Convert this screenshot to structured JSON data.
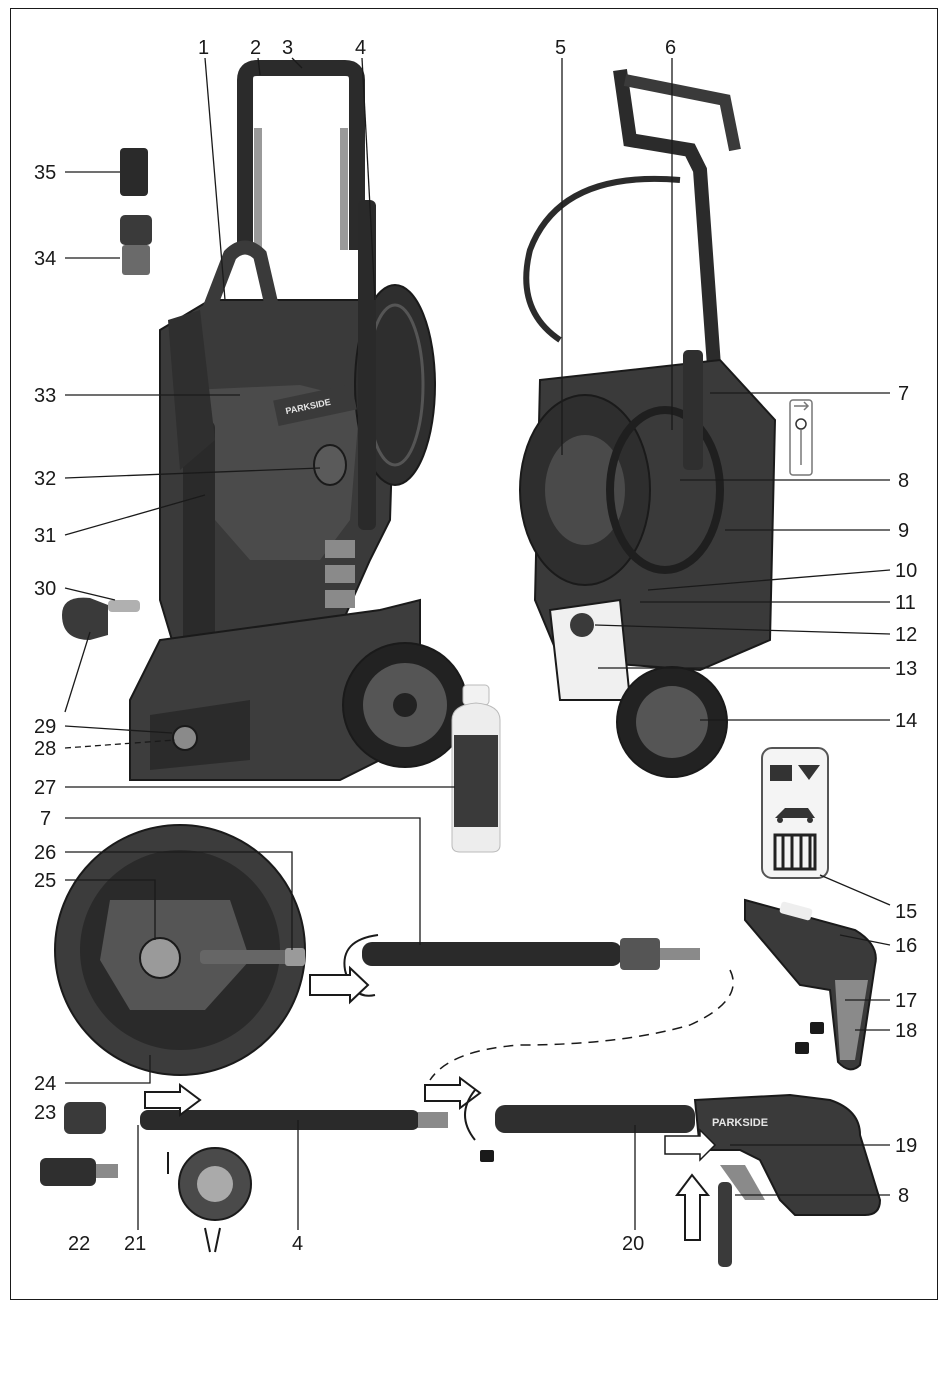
{
  "labels": {
    "n1": "1",
    "n2": "2",
    "n3": "3",
    "n4": "4",
    "n5": "5",
    "n6": "6",
    "n7": "7",
    "n8": "8",
    "n9": "9",
    "n10": "10",
    "n11": "11",
    "n12": "12",
    "n13": "13",
    "n14": "14",
    "n15": "15",
    "n16": "16",
    "n17": "17",
    "n18": "18",
    "n19": "19",
    "n20": "20",
    "n21": "21",
    "n22": "22",
    "n23": "23",
    "n24": "24",
    "n25": "25",
    "n26": "26",
    "n27": "27",
    "n28": "28",
    "n29": "29",
    "n30": "30",
    "n31": "31",
    "n32": "32",
    "n33": "33",
    "n34": "34",
    "n35": "35"
  },
  "brand": {
    "name": "PARKSIDE"
  },
  "colors": {
    "ink": "#1a1a1a",
    "body_dark": "#3a3a3a",
    "body_mid": "#6b6b6b",
    "body_light": "#a8a8a8"
  }
}
